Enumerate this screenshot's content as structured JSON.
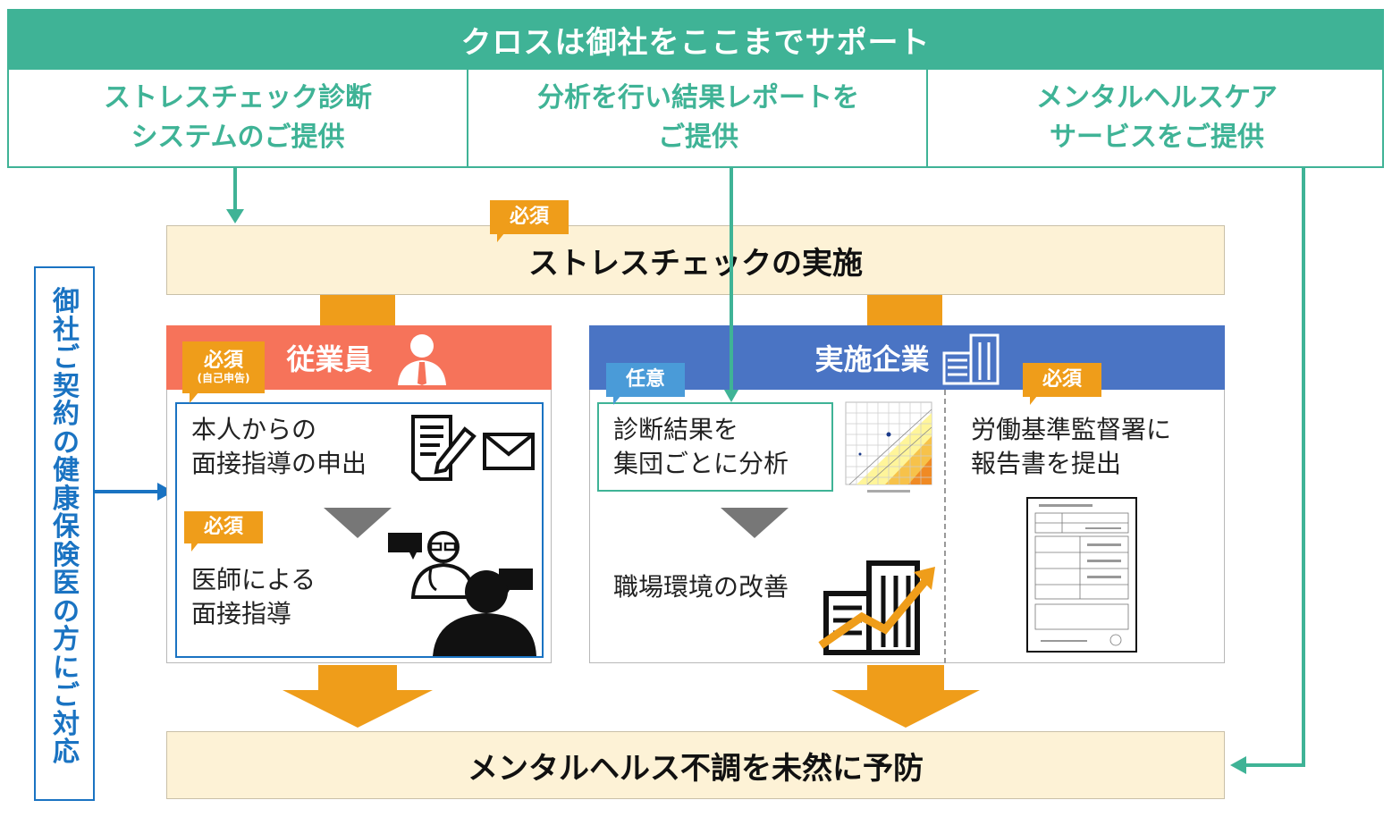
{
  "header": {
    "title": "クロスは御社をここまでサポート"
  },
  "services": [
    {
      "line1": "ストレスチェック診断",
      "line2": "システムのご提供"
    },
    {
      "line1": "分析を行い結果レポートを",
      "line2": "ご提供"
    },
    {
      "line1": "メンタルヘルスケア",
      "line2": "サービスをご提供"
    }
  ],
  "stress_check": {
    "label": "ストレスチェックの実施",
    "badge": "必須"
  },
  "employee": {
    "title": "従業員",
    "badge": "必須",
    "badge_sub": "(自己申告)",
    "request_line1": "本人からの",
    "request_line2": "面接指導の申出",
    "badge2": "必須",
    "doctor_line1": "医師による",
    "doctor_line2": "面接指導"
  },
  "company": {
    "title": "実施企業",
    "badge_optional": "任意",
    "analysis_line1": "診断結果を",
    "analysis_line2": "集団ごとに分析",
    "improve": "職場環境の改善",
    "badge_required": "必須",
    "report_line1": "労働基準監督署に",
    "report_line2": "報告書を提出"
  },
  "side_note": "御社ご契約の健康保険医の方にご対応",
  "bottom": {
    "label": "メンタルヘルス不調を未然に予防"
  },
  "colors": {
    "green": "#3fb396",
    "orange": "#ef9d1a",
    "salmon": "#f6735a",
    "blue": "#4a74c4",
    "cream": "#fdf2d6",
    "side_blue": "#1a73c2"
  },
  "icons": [
    "person-icon",
    "building-icon",
    "document-pen-icon",
    "envelope-icon",
    "doctor-consult-icon",
    "stress-chart-thumbnail",
    "building-growth-icon",
    "report-form-thumbnail"
  ]
}
